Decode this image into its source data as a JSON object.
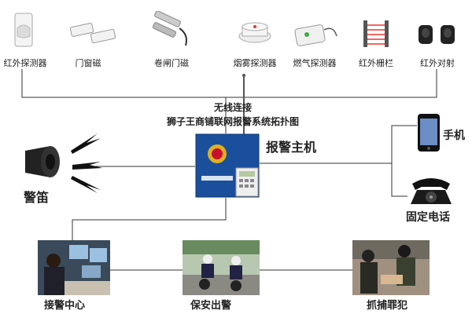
{
  "sensors": [
    {
      "label": "红外探测器",
      "icon": "infrared-detector-icon"
    },
    {
      "label": "门窗磁",
      "icon": "door-window-magnet-icon"
    },
    {
      "label": "卷闸门磁",
      "icon": "rolling-door-magnet-icon"
    },
    {
      "label": "烟雾探测器",
      "icon": "smoke-detector-icon"
    },
    {
      "label": "燃气探测器",
      "icon": "gas-detector-icon"
    },
    {
      "label": "红外栅栏",
      "icon": "infrared-fence-icon"
    },
    {
      "label": "红外对射",
      "icon": "infrared-beam-icon"
    }
  ],
  "wireless_label": "无线连接",
  "title": "狮子王商铺联网报警系统拓扑图",
  "host_label": "报警主机",
  "siren_label": "警笛",
  "phone_label": "手机",
  "landline_label": "固定电话",
  "responses": [
    {
      "label": "接警中心",
      "icon": "alarm-center-photo"
    },
    {
      "label": "保安出警",
      "icon": "security-dispatch-photo"
    },
    {
      "label": "抓捕罪犯",
      "icon": "arrest-criminal-photo"
    }
  ],
  "colors": {
    "line": "#333333",
    "host_box": "#1a4f9c",
    "emblem": "#e0b020"
  }
}
